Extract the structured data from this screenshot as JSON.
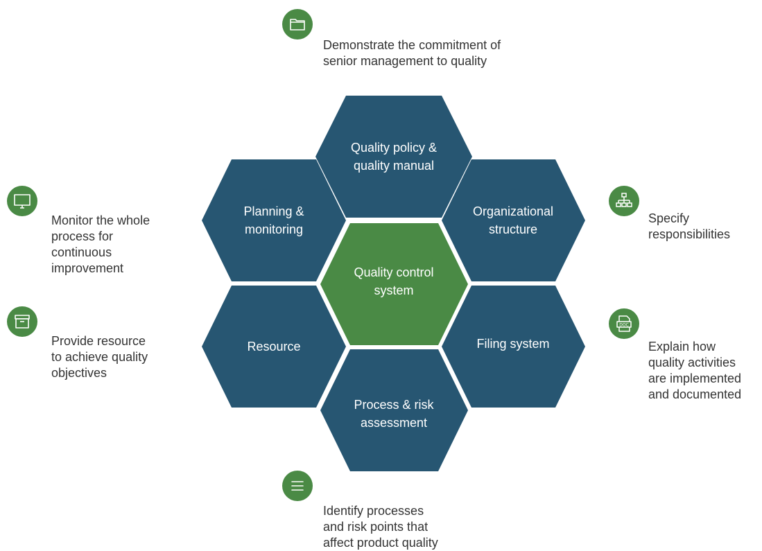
{
  "colors": {
    "hex_dark": "#275672",
    "hex_center": "#4a8a45",
    "icon_bg": "#4a8a45",
    "text": "#333333"
  },
  "hexagons": {
    "top": {
      "line1": "Quality policy &",
      "line2": "quality manual"
    },
    "upper_left": {
      "line1": "Planning &",
      "line2": "monitoring"
    },
    "upper_right": {
      "line1": "Organizational",
      "line2": "structure"
    },
    "center": {
      "line1": "Quality control",
      "line2": "system"
    },
    "lower_left": {
      "line1": "Resource"
    },
    "lower_right": {
      "line1": "Filing system"
    },
    "bottom": {
      "line1": "Process & risk",
      "line2": "assessment"
    }
  },
  "callouts": {
    "top": {
      "icon": "folder-icon",
      "lines": [
        "Demonstrate the commitment of",
        "senior management to quality"
      ]
    },
    "upper_left": {
      "icon": "monitor-icon",
      "lines": [
        "Monitor the whole",
        "process for",
        "continuous",
        "improvement"
      ]
    },
    "upper_right": {
      "icon": "org-chart-icon",
      "lines": [
        "Specify",
        "responsibilities"
      ]
    },
    "lower_left": {
      "icon": "archive-box-icon",
      "lines": [
        "Provide resource",
        "to achieve quality",
        "objectives"
      ]
    },
    "lower_right": {
      "icon": "doc-file-icon",
      "lines": [
        "Explain how",
        "quality activities",
        "are implemented",
        "and documented"
      ]
    },
    "bottom": {
      "icon": "list-icon",
      "lines": [
        "Identify processes",
        "and risk points that",
        "affect product quality"
      ]
    }
  }
}
